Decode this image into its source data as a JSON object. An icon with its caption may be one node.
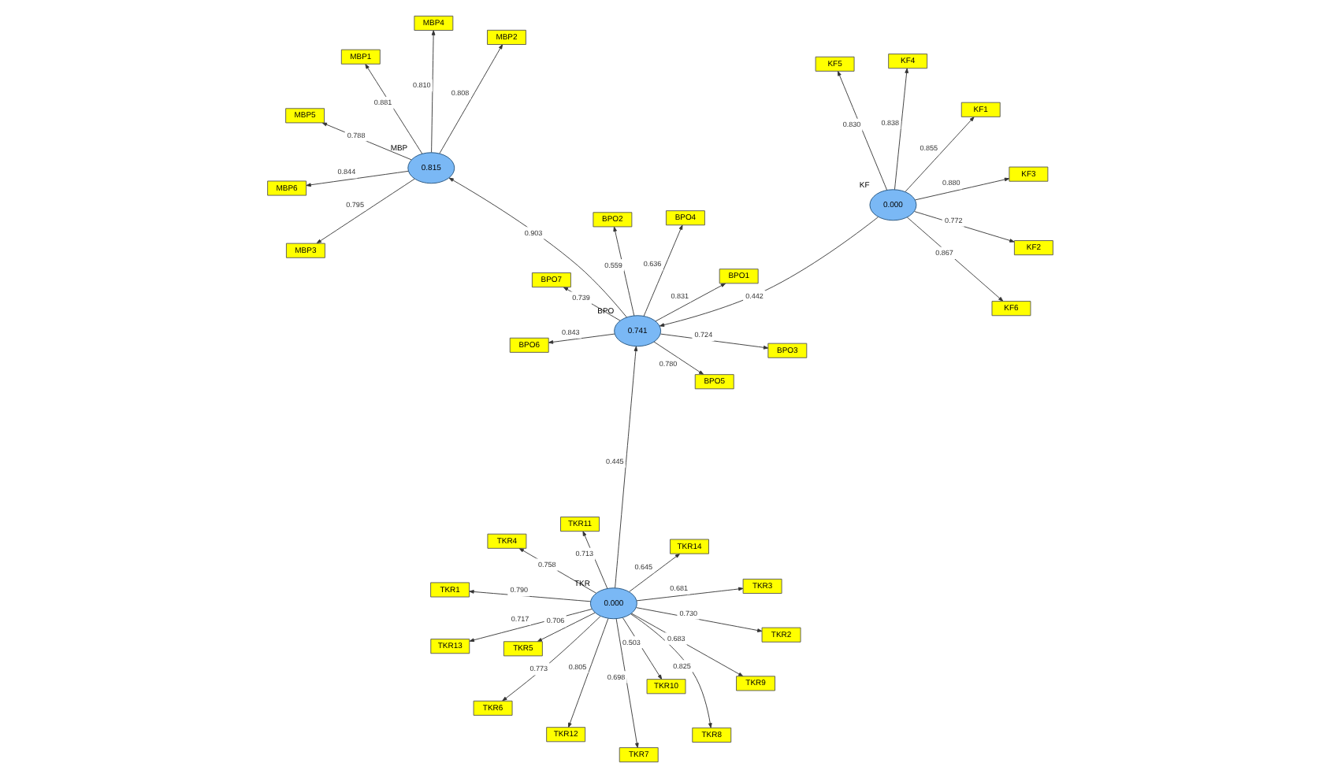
{
  "diagram": {
    "nodes": [
      {
        "text": [
          "0.000"
        ],
        "beside": [
          "KF"
        ]
      },
      {
        "text": [
          "0.741"
        ],
        "beside": [
          "BPO"
        ]
      },
      {
        "text": [
          "0.815"
        ],
        "beside": [
          "MBP"
        ]
      },
      {
        "text": [
          "0.000"
        ],
        "beside": [
          "TKR"
        ]
      },
      {
        "text": [
          "KF1"
        ]
      },
      {
        "text": [
          "KF2"
        ]
      },
      {
        "text": [
          "KF3"
        ]
      },
      {
        "text": [
          "KF4"
        ]
      },
      {
        "text": [
          "KF5"
        ]
      },
      {
        "text": [
          "KF6"
        ]
      },
      {
        "text": [
          "BPO1"
        ]
      },
      {
        "text": [
          "BPO2"
        ]
      },
      {
        "text": [
          "BPO3"
        ]
      },
      {
        "text": [
          "BPO4"
        ]
      },
      {
        "text": [
          "BPO5"
        ]
      },
      {
        "text": [
          "BPO6"
        ]
      },
      {
        "text": [
          "BPO7"
        ]
      },
      {
        "text": [
          "MBP1"
        ]
      },
      {
        "text": [
          "MBP2"
        ]
      },
      {
        "text": [
          "MBP3"
        ]
      },
      {
        "text": [
          "MBP4"
        ]
      },
      {
        "text": [
          "MBP5"
        ]
      },
      {
        "text": [
          "MBP6"
        ]
      },
      {
        "text": [
          "TKR1"
        ]
      },
      {
        "text": [
          "TKR10"
        ]
      },
      {
        "text": [
          "TKR11"
        ]
      },
      {
        "text": [
          "TKR12"
        ]
      },
      {
        "text": [
          "TKR13"
        ]
      },
      {
        "text": [
          "TKR14"
        ]
      },
      {
        "text": [
          "TKR2"
        ]
      },
      {
        "text": [
          "TKR3"
        ]
      },
      {
        "text": [
          "TKR4"
        ]
      },
      {
        "text": [
          "TKR5"
        ]
      },
      {
        "text": [
          "TKR6"
        ]
      },
      {
        "text": [
          "TKR7"
        ]
      },
      {
        "text": [
          "TKR8"
        ]
      },
      {
        "text": [
          "TKR9"
        ]
      }
    ],
    "edges": [
      {
        "from": 0,
        "to": 4,
        "arrow": "to",
        "label": "0.855"
      },
      {
        "from": 0,
        "to": 5,
        "arrow": "to",
        "label": "0.772"
      },
      {
        "from": 0,
        "to": 6,
        "arrow": "to",
        "label": "0.880"
      },
      {
        "from": 0,
        "to": 7,
        "arrow": "to",
        "label": "0.838"
      },
      {
        "from": 0,
        "to": 8,
        "arrow": "to",
        "label": "0.830"
      },
      {
        "from": 0,
        "to": 9,
        "arrow": "to",
        "label": "0.867"
      },
      {
        "from": 1,
        "to": 10,
        "arrow": "to",
        "label": "0.831"
      },
      {
        "from": 1,
        "to": 11,
        "arrow": "to",
        "label": "0.559"
      },
      {
        "from": 1,
        "to": 12,
        "arrow": "to",
        "label": "0.724"
      },
      {
        "from": 1,
        "to": 13,
        "arrow": "to",
        "label": "0.636"
      },
      {
        "from": 1,
        "to": 14,
        "arrow": "to",
        "label": "0.780"
      },
      {
        "from": 1,
        "to": 15,
        "arrow": "to",
        "label": "0.843"
      },
      {
        "from": 1,
        "to": 16,
        "arrow": "to",
        "label": "0.739"
      },
      {
        "from": 0,
        "to": 1,
        "arrow": "to",
        "label": "0.442"
      },
      {
        "from": 1,
        "to": 2,
        "arrow": "to",
        "label": "0.903"
      },
      {
        "from": 2,
        "to": 17,
        "arrow": "to",
        "label": "0.881"
      },
      {
        "from": 2,
        "to": 18,
        "arrow": "to",
        "label": "0.808"
      },
      {
        "from": 2,
        "to": 19,
        "arrow": "to",
        "label": "0.795"
      },
      {
        "from": 2,
        "to": 20,
        "arrow": "to",
        "label": "0.810"
      },
      {
        "from": 2,
        "to": 21,
        "arrow": "to",
        "label": "0.788"
      },
      {
        "from": 2,
        "to": 22,
        "arrow": "to",
        "label": "0.844"
      },
      {
        "from": 3,
        "to": 1,
        "arrow": "to",
        "label": "0.445"
      },
      {
        "from": 3,
        "to": 23,
        "arrow": "to",
        "label": "0.790"
      },
      {
        "from": 3,
        "to": 24,
        "arrow": "to",
        "label": "0.503"
      },
      {
        "from": 3,
        "to": 25,
        "arrow": "to",
        "label": "0.713"
      },
      {
        "from": 3,
        "to": 26,
        "arrow": "to",
        "label": "0.805"
      },
      {
        "from": 3,
        "to": 27,
        "arrow": "to",
        "label": "0.717"
      },
      {
        "from": 3,
        "to": 28,
        "arrow": "to",
        "label": "0.645"
      },
      {
        "from": 3,
        "to": 29,
        "arrow": "to",
        "label": "0.730"
      },
      {
        "from": 3,
        "to": 30,
        "arrow": "to",
        "label": "0.681"
      },
      {
        "from": 3,
        "to": 31,
        "arrow": "to",
        "label": "0.758"
      },
      {
        "from": 3,
        "to": 32,
        "arrow": "to",
        "label": "0.706"
      },
      {
        "from": 3,
        "to": 33,
        "arrow": "to",
        "label": "0.773"
      },
      {
        "from": 3,
        "to": 34,
        "arrow": "to",
        "label": "0.698"
      },
      {
        "from": 3,
        "to": 35,
        "arrow": "to",
        "label": "0.825"
      },
      {
        "from": 3,
        "to": 36,
        "arrow": "to",
        "label": "0.683"
      }
    ]
  }
}
